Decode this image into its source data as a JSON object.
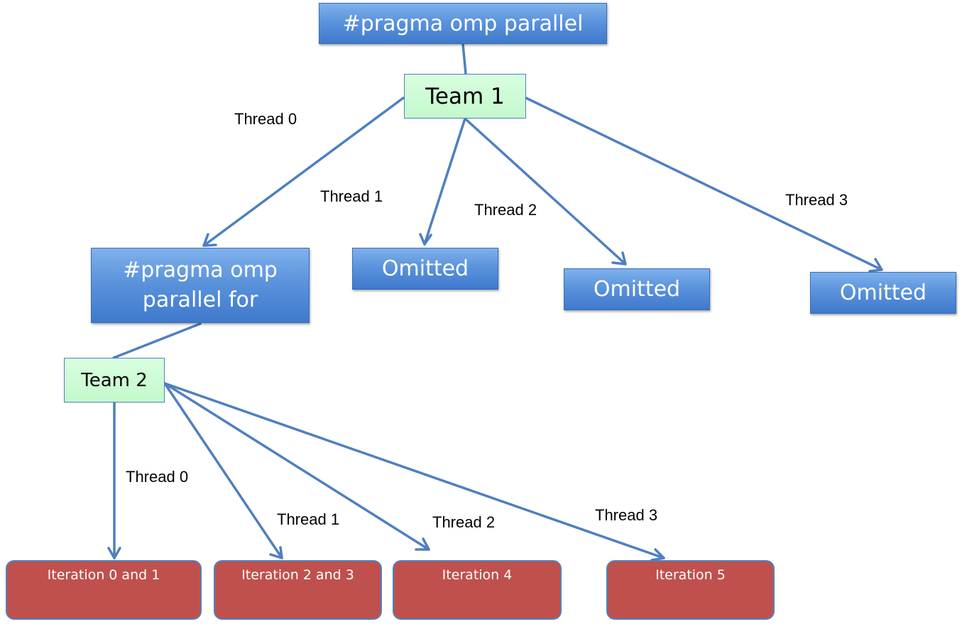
{
  "nodes": {
    "pragma_parallel": "#pragma omp parallel",
    "team1": "Team 1",
    "pragma_parallel_for_line1": "#pragma omp",
    "pragma_parallel_for_line2": "parallel for",
    "omitted_1": "Omitted",
    "omitted_2": "Omitted",
    "omitted_3": "Omitted",
    "team2": "Team 2",
    "iter_0_1": "Iteration 0 and 1",
    "iter_2_3": "Iteration 2 and 3",
    "iter_4": "Iteration 4",
    "iter_5": "Iteration 5"
  },
  "edge_labels": {
    "team1_thread0": "Thread 0",
    "team1_thread1": "Thread 1",
    "team1_thread2": "Thread 2",
    "team1_thread3": "Thread 3",
    "team2_thread0": "Thread 0",
    "team2_thread1": "Thread 1",
    "team2_thread2": "Thread 2",
    "team2_thread3": "Thread 3"
  },
  "colors": {
    "edge": "#4f7fc0",
    "team_fill": "#c6f9ce",
    "directive_fill": "#5b93dc",
    "iteration_fill": "#c0504d"
  }
}
